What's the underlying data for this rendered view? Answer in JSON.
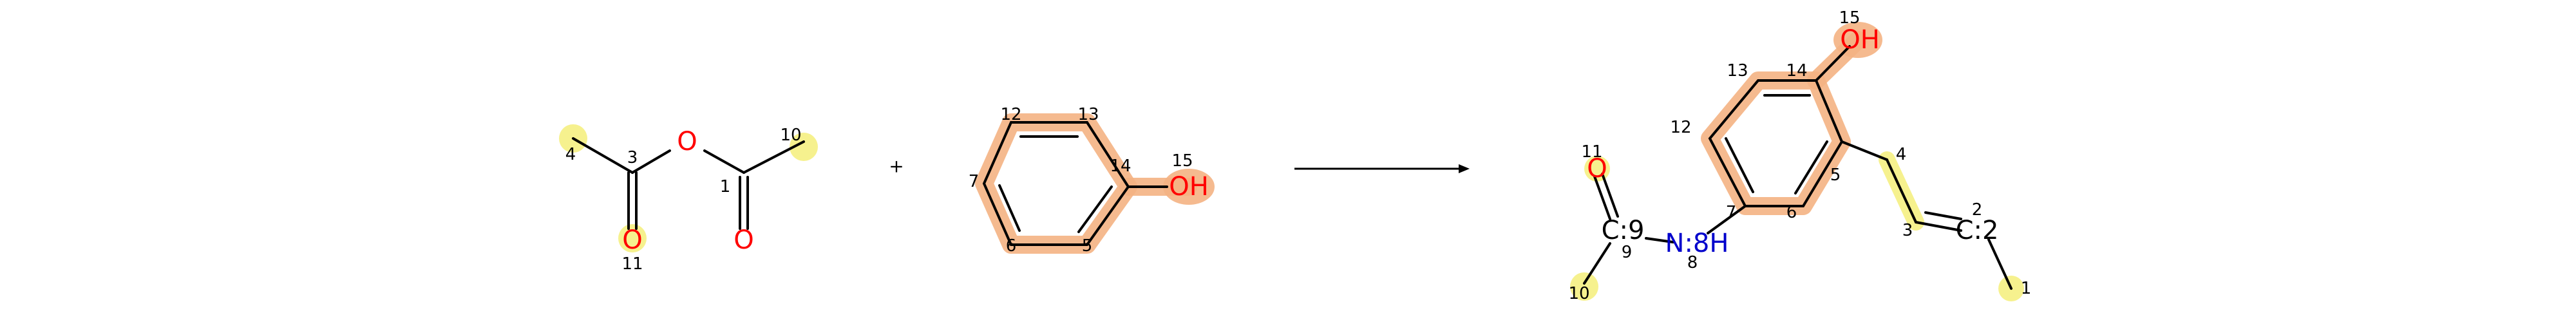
{
  "plus_sign": "+",
  "colors": {
    "oxygen": "#ff0000",
    "nitrogen": "#0000cc",
    "bond": "#000000",
    "highlight_yellow": "#f4ee7a",
    "highlight_orange": "#f4b383"
  },
  "reactant1": {
    "atoms": {
      "o_bridge": "O",
      "o_carbonyl_left": "O",
      "o_carbonyl_right": "O"
    },
    "labels": {
      "n4": "4",
      "n3": "3",
      "n11": "11",
      "n1": "1",
      "n10": "10"
    }
  },
  "reactant2": {
    "atoms": {
      "oh": "OH"
    },
    "labels": {
      "n12": "12",
      "n13": "13",
      "n7": "7",
      "n14": "14",
      "n15": "15",
      "n6": "6",
      "n5": "5"
    }
  },
  "product": {
    "atoms": {
      "oh": "OH",
      "o_carbonyl": "O",
      "c9": "C:9",
      "nh": "N:8H",
      "c2": "C:2"
    },
    "labels": {
      "n15": "15",
      "n14": "14",
      "n13": "13",
      "n12": "12",
      "n11": "11",
      "n9": "9",
      "n10": "10",
      "n8": "8",
      "n7": "7",
      "n6": "6",
      "n5": "5",
      "n4": "4",
      "n3": "3",
      "n2": "2",
      "n1": "1"
    }
  }
}
